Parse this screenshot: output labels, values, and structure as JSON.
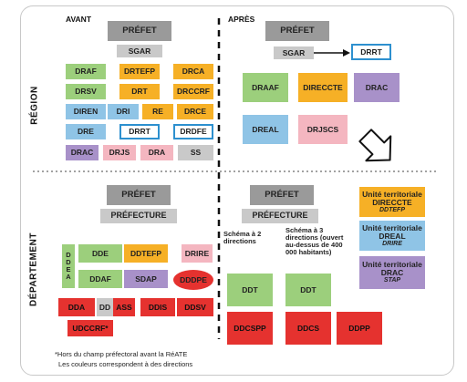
{
  "headers": {
    "avant": "AVANT",
    "apres": "APRÈS"
  },
  "side_labels": {
    "region": "RÉGION",
    "departement": "DÉPARTEMENT"
  },
  "avant_region": {
    "prefet": "PRÉFET",
    "sgar": "SGAR",
    "row1": [
      "DRAF",
      "DRTEFP",
      "DRCA"
    ],
    "row2": [
      "DRSV",
      "DRT",
      "DRCCRF"
    ],
    "row3": [
      "DIREN",
      "DRI",
      "RE",
      "DRCE"
    ],
    "row4": [
      "DRE",
      "DRRT",
      "DRDFE"
    ],
    "row5": [
      "DRAC",
      "DRJS",
      "DRA",
      "SS"
    ]
  },
  "apres_region": {
    "prefet": "PRÉFET",
    "sgar": "SGAR",
    "drrt": "DRRT",
    "row1": [
      "DRAAF",
      "DIRECCTE",
      "DRAC"
    ],
    "row2": [
      "DREAL",
      "DRJSCS"
    ]
  },
  "avant_dept": {
    "prefet": "PRÉFET",
    "prefecture": "PRÉFECTURE",
    "ddea_letters": [
      "D",
      "D",
      "E",
      "A"
    ],
    "row1": [
      "DDE",
      "DDTEFP",
      "DRIRE"
    ],
    "row2": [
      "DDAF",
      "SDAP",
      "DDDPE"
    ],
    "row3": [
      "DDA",
      "DD",
      "ASS",
      "DDIS",
      "DDSV"
    ],
    "row4": [
      "UDCCRF*"
    ]
  },
  "apres_dept": {
    "prefet": "PRÉFET",
    "prefecture": "PRÉFECTURE",
    "schema2": "Schéma à 2 directions",
    "schema3": "Schéma à 3 directions (ouvert au-dessus de 400 000 habitants)",
    "ddt_a": "DDT",
    "ddcspp": "DDCSPP",
    "ddt_b": "DDT",
    "ddcs": "DDCS",
    "ddpp": "DDPP"
  },
  "unites": [
    {
      "title": "Unité territoriale",
      "name": "DIRECCTE",
      "sub": "DDTEFP"
    },
    {
      "title": "Unité territoriale",
      "name": "DREAL",
      "sub": "DRIRE"
    },
    {
      "title": "Unité territoriale",
      "name": "DRAC",
      "sub": "STAP"
    }
  ],
  "footnote": {
    "line1": "*Hors du champ préfectoral avant la RéATE",
    "line2": "Les couleurs correspondent à des directions"
  },
  "colors": {
    "green": "#9ccf7c",
    "orange": "#f6b026",
    "purple": "#a891c9",
    "blue": "#8fc4e6",
    "pink": "#f4b6c0",
    "red": "#e5322f",
    "grey_dark": "#9a9a9a",
    "grey_light": "#c9c9c9"
  }
}
